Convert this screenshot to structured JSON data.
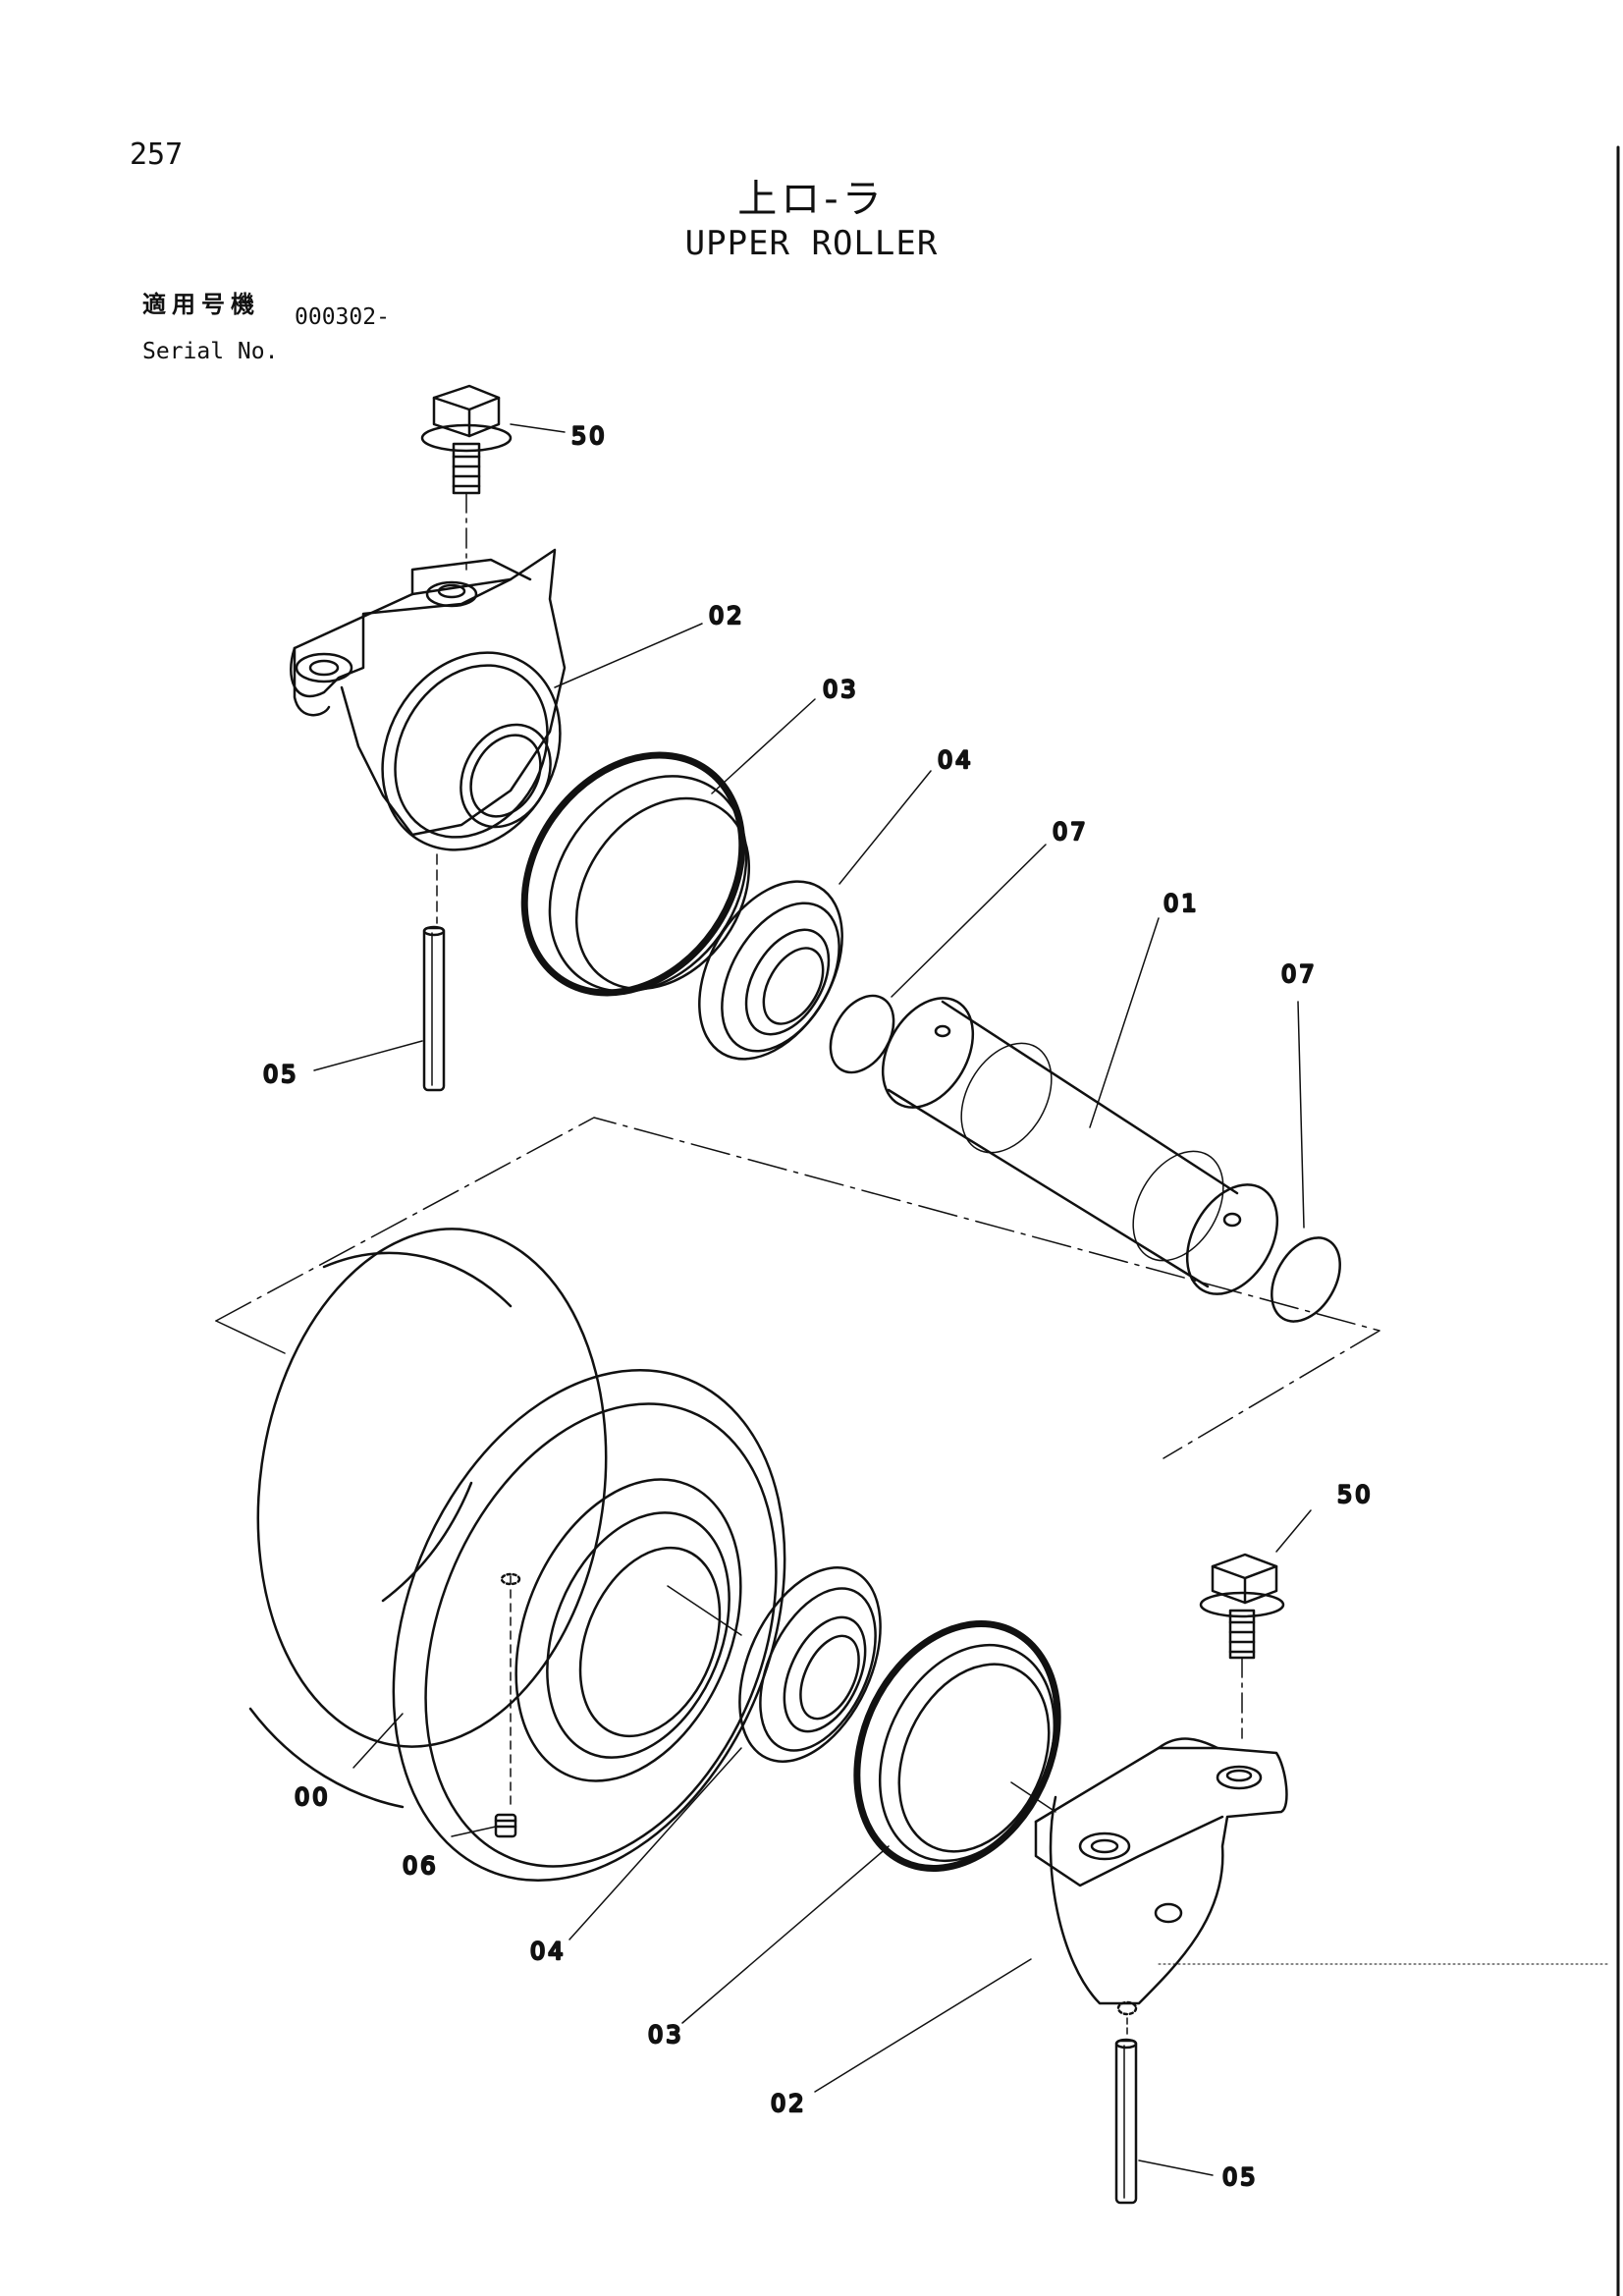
{
  "page_number": "257",
  "title_jp": "上ロ-ラ",
  "title_en": "UPPER ROLLER",
  "serial_label_jp": "適用号機",
  "serial_label_en": "Serial No.",
  "serial_value": "000302-",
  "callouts": {
    "c50_top": "50",
    "c02_top": "02",
    "c03_top": "03",
    "c04_top": "04",
    "c07_mid": "07",
    "c01": "01",
    "c07_right": "07",
    "c05_top": "05",
    "c50_bottom": "50",
    "c00": "00",
    "c06": "06",
    "c04_bottom": "04",
    "c03_bottom": "03",
    "c02_bottom": "02",
    "c05_bottom": "05"
  }
}
